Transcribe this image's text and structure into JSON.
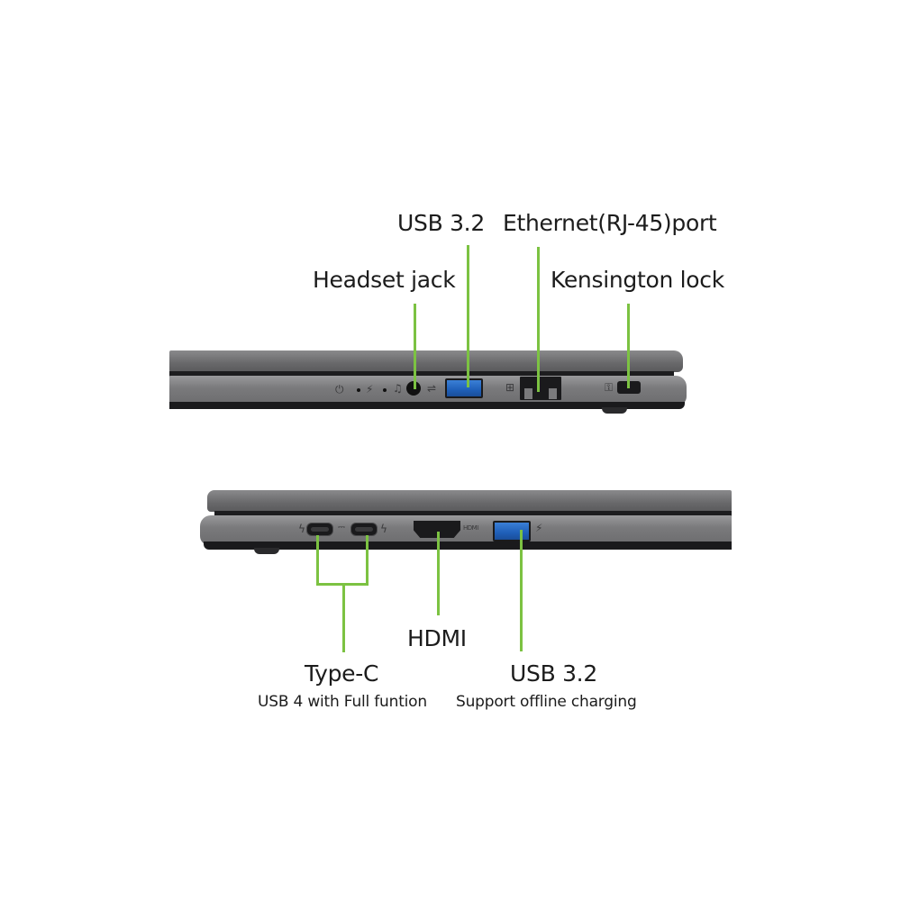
{
  "colors": {
    "leader": "#7cc242",
    "usb_port": "#2a6cc8",
    "chassis": "#7a7a7c",
    "background": "#ffffff"
  },
  "right_side_view": {
    "labels": {
      "usb": "USB 3.2",
      "ethernet": "Ethernet(RJ-45)port",
      "headset": "Headset jack",
      "kensington": "Kensington lock"
    },
    "icons": {
      "power_led": "power-icon",
      "battery_led": "battery-icon",
      "headset": "headphone-icon",
      "usb": "usb-icon",
      "network": "network-icon",
      "lock": "lock-icon"
    }
  },
  "left_side_view": {
    "labels": {
      "typec_title": "Type-C",
      "typec_sub": "USB 4 with Full funtion",
      "hdmi": "HDMI",
      "usb_title": "USB 3.2",
      "usb_sub": "Support offline charging"
    },
    "icons": {
      "thunderbolt_left": "thunderbolt-icon",
      "usb_c_power": "dc-power-icon",
      "thunderbolt_right": "thunderbolt-icon",
      "hdmi": "hdmi-icon",
      "usb_charge": "usb-charge-icon"
    }
  }
}
